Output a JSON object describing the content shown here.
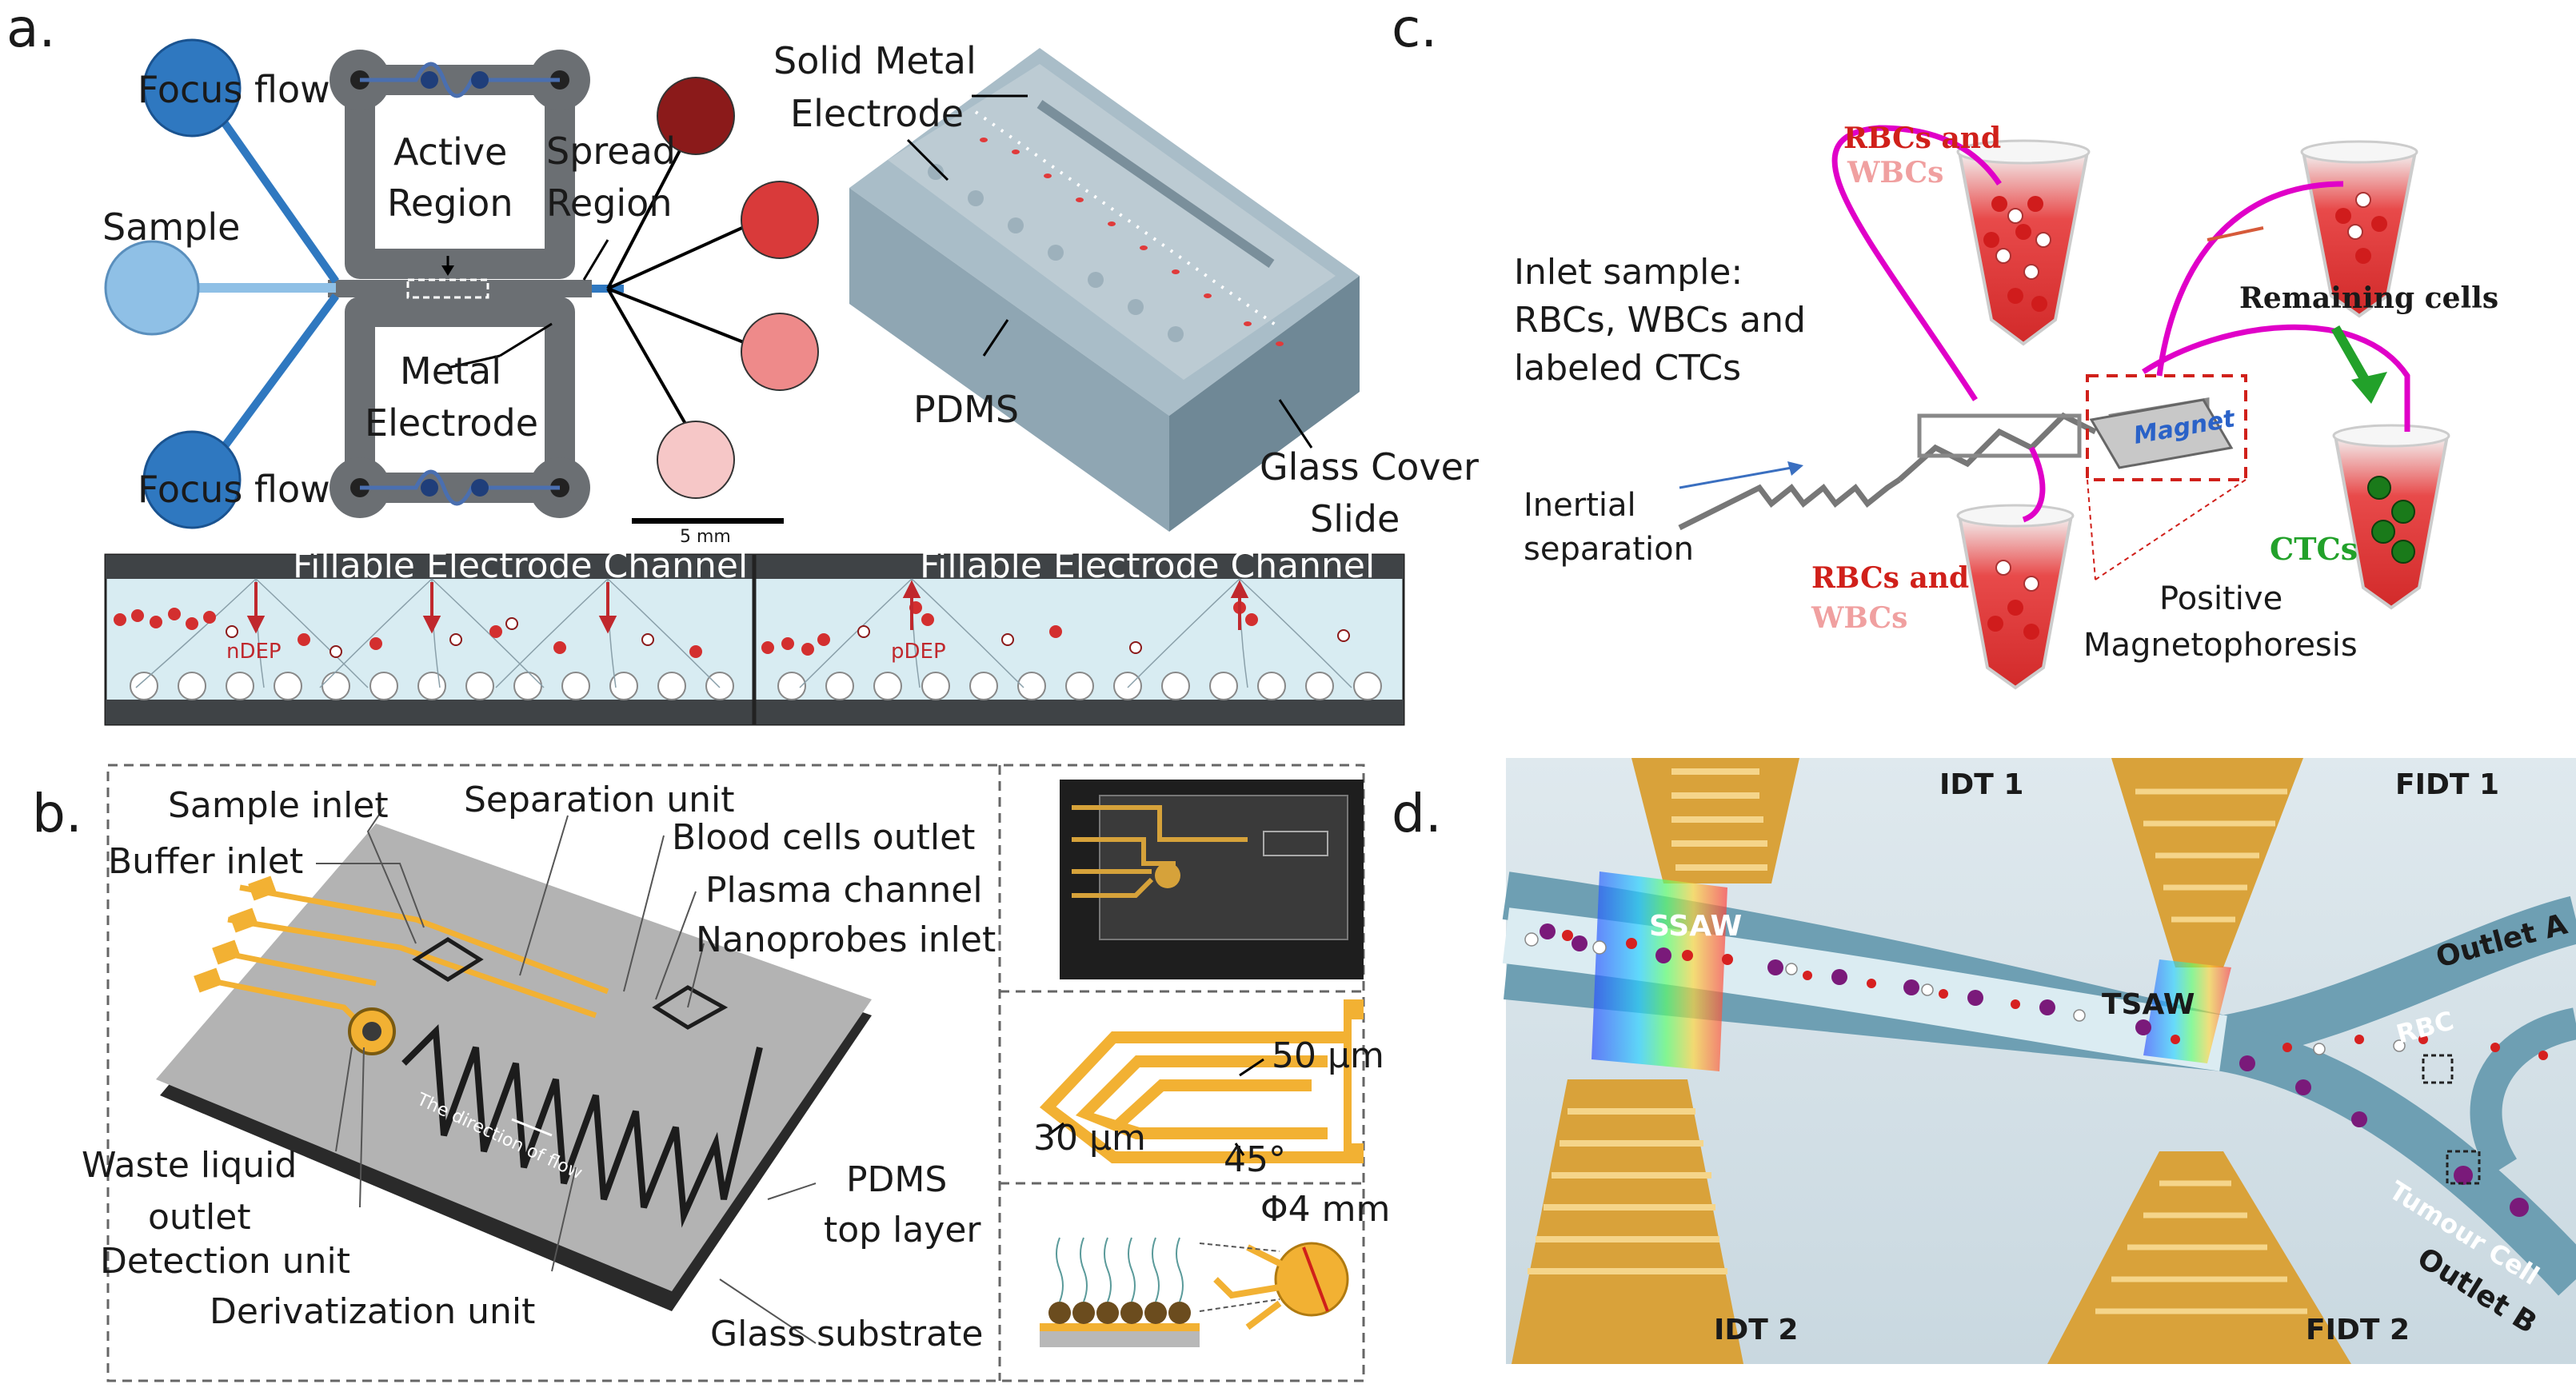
{
  "panel_a": {
    "letter": "a.",
    "focus_flow_top": "Focus flow",
    "sample": "Sample",
    "focus_flow_bottom": "Focus flow",
    "active_region_1": "Active",
    "active_region_2": "Region",
    "spread_region_1": "Spread",
    "spread_region_2": "Region",
    "metal_electrode_1": "Metal",
    "metal_electrode_2": "Electrode",
    "scale_bar": "5 mm",
    "solid_metal_1": "Solid Metal",
    "solid_metal_2": "Electrode",
    "pdms": "PDMS",
    "glass_cover_1": "Glass Cover",
    "glass_cover_2": "Slide",
    "fillable_left": "Fillable Electrode Channel",
    "fillable_right": "Fillable Electrode Channel",
    "ndep": "nDEP",
    "pdep": "pDEP"
  },
  "panel_b": {
    "letter": "b.",
    "sample_inlet": "Sample inlet",
    "buffer_inlet": "Buffer inlet",
    "separation_unit": "Separation unit",
    "blood_cells_outlet": "Blood cells outlet",
    "plasma_channel": "Plasma channel",
    "nanoprobes_inlet": "Nanoprobes inlet",
    "waste_1": "Waste liquid",
    "waste_2": "outlet",
    "detection_unit": "Detection unit",
    "derivatization_unit": "Derivatization unit",
    "pdms_1": "PDMS",
    "pdms_2": "top layer",
    "glass_substrate": "Glass substrate",
    "direction_of_flow": "The direction of flow",
    "dim_50": "50 μm",
    "dim_30": "30 μm",
    "angle_45": "45°",
    "dia_4": "Φ4 mm"
  },
  "panel_c": {
    "letter": "c.",
    "rbcs_and_top": "RBCs and",
    "wbcs_top": "WBCs",
    "inlet_1": "Inlet sample:",
    "inlet_2": "RBCs, WBCs and",
    "inlet_3": "labeled CTCs",
    "inertial_1": "Inertial",
    "inertial_2": "separation",
    "magnet": "Magnet",
    "remaining_cells": "Remaining cells",
    "rbcs_and_bottom": "RBCs and",
    "wbcs_bottom": "WBCs",
    "ctcs": "CTCs",
    "positive_1": "Positive",
    "positive_2": "Magnetophoresis"
  },
  "panel_d": {
    "letter": "d.",
    "idt1": "IDT 1",
    "fidt1": "FIDT 1",
    "ssaw": "SSAW",
    "tsaw": "TSAW",
    "outlet_a": "Outlet A",
    "rbc": "RBC",
    "tumour_cell": "Tumour Cell",
    "outlet_b": "Outlet B",
    "idt2": "IDT 2",
    "fidt2": "FIDT 2"
  },
  "colors": {
    "chip_grey": "#6b6f73",
    "focus_blue": "#2f78c0",
    "sample_blue": "#8fc0e6",
    "red_dark": "#8b1a1a",
    "red_mid": "#d93a3a",
    "red_light": "#ee8a8a",
    "red_pale": "#f6c7c7",
    "gold": "#f2b133",
    "magenta": "#e000c8",
    "ctc_green": "#22a12a"
  }
}
